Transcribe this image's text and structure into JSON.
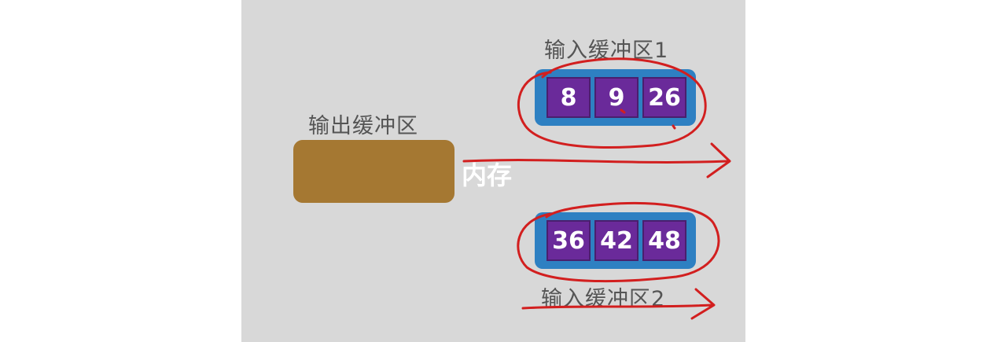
{
  "labels": {
    "input_buffer_1": "输入缓冲区1",
    "output_buffer": "输出缓冲区",
    "memory": "内存",
    "input_buffer_2": "输入缓冲区2"
  },
  "input_buffer_1": {
    "values": [
      "8",
      "9",
      "26"
    ]
  },
  "input_buffer_2": {
    "values": [
      "36",
      "42",
      "48"
    ]
  },
  "colors": {
    "background": "#d8d8d8",
    "output_buffer": "#a57832",
    "input_buffer": "#2e80c2",
    "slot": "#6a2a9a",
    "annotation_ink": "#d21f1f"
  }
}
